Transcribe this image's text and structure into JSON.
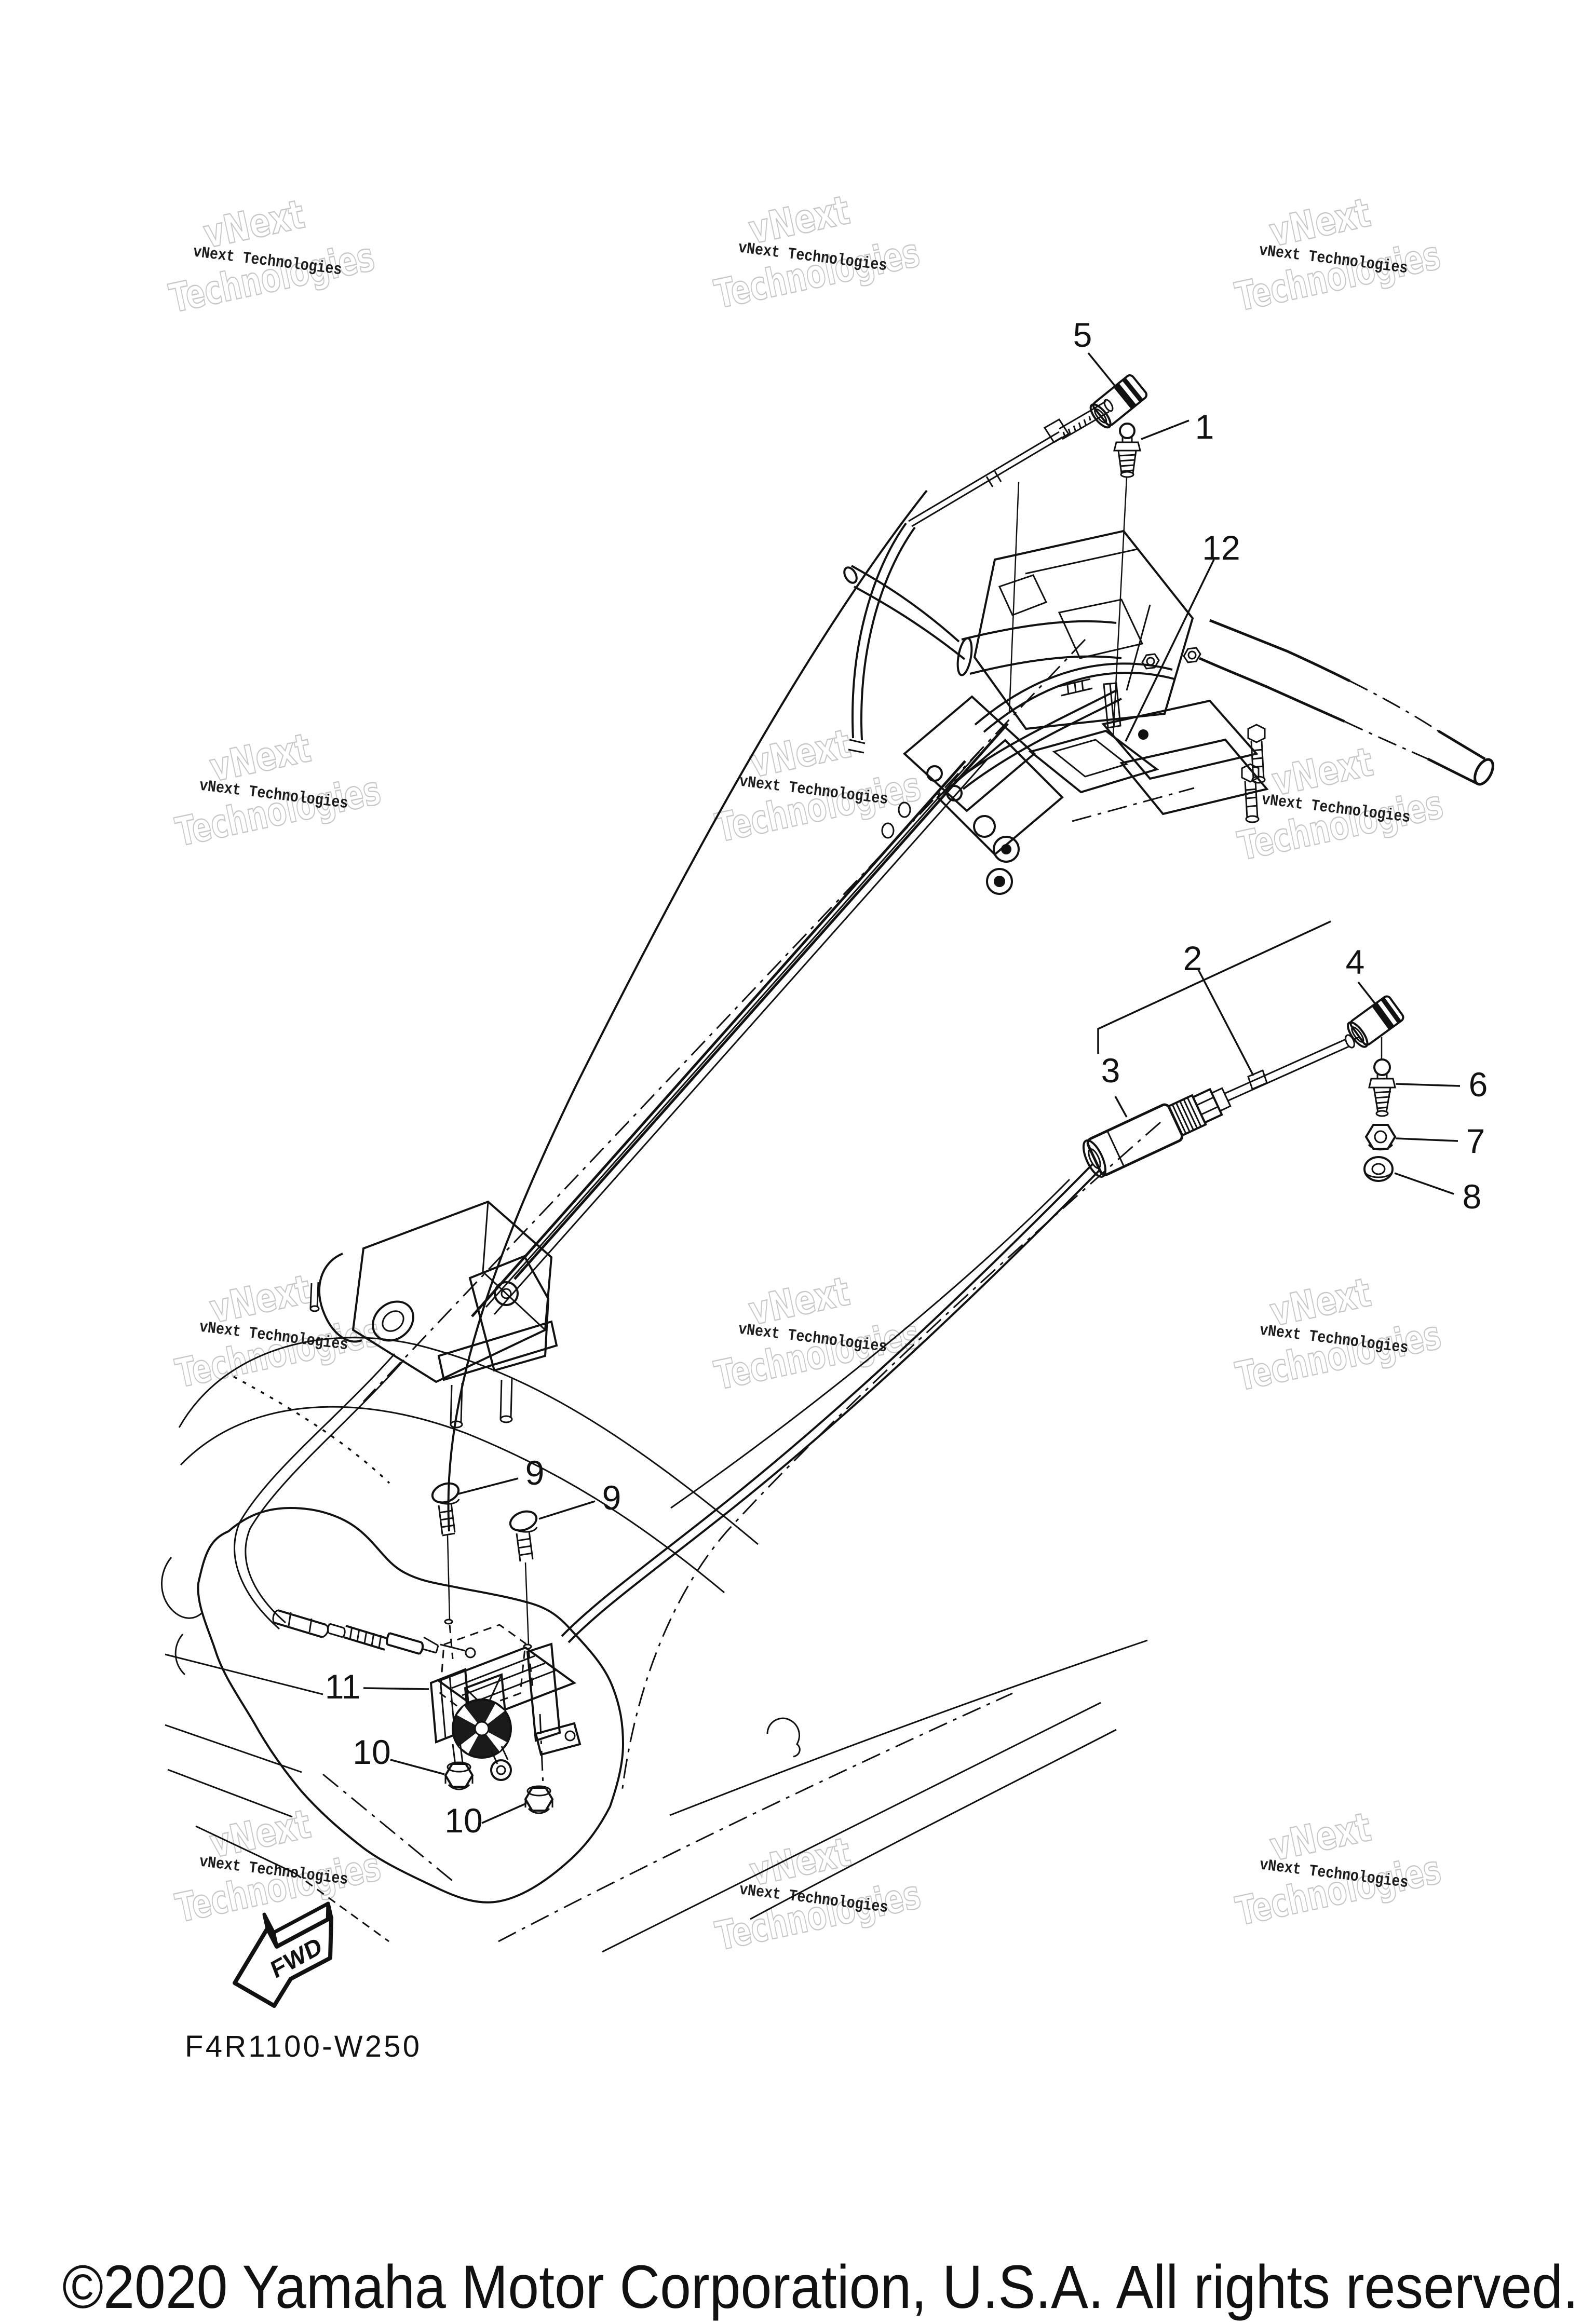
{
  "page": {
    "background": "#ffffff",
    "ink": "#111111"
  },
  "diagram": {
    "callouts": {
      "n1": {
        "label": "1"
      },
      "n2": {
        "label": "2"
      },
      "n3": {
        "label": "3"
      },
      "n4": {
        "label": "4"
      },
      "n5": {
        "label": "5"
      },
      "n6": {
        "label": "6"
      },
      "n7": {
        "label": "7"
      },
      "n8": {
        "label": "8"
      },
      "n9a": {
        "label": "9"
      },
      "n9b": {
        "label": "9"
      },
      "n10a": {
        "label": "10"
      },
      "n10b": {
        "label": "10"
      },
      "n11": {
        "label": "11"
      },
      "n12": {
        "label": "12"
      }
    },
    "fwd_label": "FWD"
  },
  "watermark": {
    "line1": "vNext",
    "line2": "Technologies",
    "solid": "vNext Technologies",
    "outline_color": "#c7c7c7",
    "solid_color": "#1c1c1c"
  },
  "footer": {
    "part_code": "F4R1100-W250",
    "copyright": "©2020 Yamaha Motor Corporation, U.S.A. All rights reserved."
  }
}
